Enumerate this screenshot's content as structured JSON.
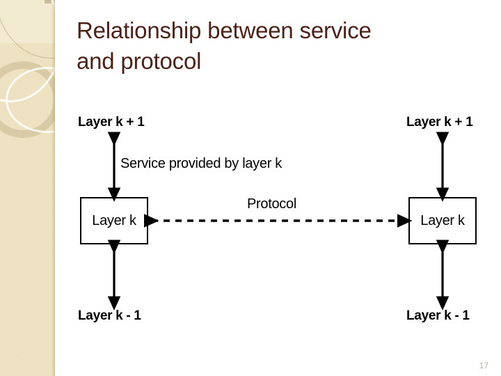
{
  "slide": {
    "title": "Relationship between service and protocol",
    "title_line1": "Relationship between service",
    "title_line2": "and protocol",
    "page_number": "17",
    "title_color": "#4a2218",
    "background_color": "#ffffff",
    "sidebar_color": "#ecdfbc"
  },
  "diagram": {
    "type": "layer-protocol-diagram",
    "left_stack": {
      "top_label": "Layer k + 1",
      "box_label": "Layer k",
      "bottom_label": "Layer k - 1"
    },
    "right_stack": {
      "top_label": "Layer k + 1",
      "box_label": "Layer k",
      "bottom_label": "Layer k - 1"
    },
    "service_label": "Service provided by layer k",
    "protocol_label": "Protocol",
    "stroke_color": "#000000",
    "box_fill": "#ffffff"
  }
}
